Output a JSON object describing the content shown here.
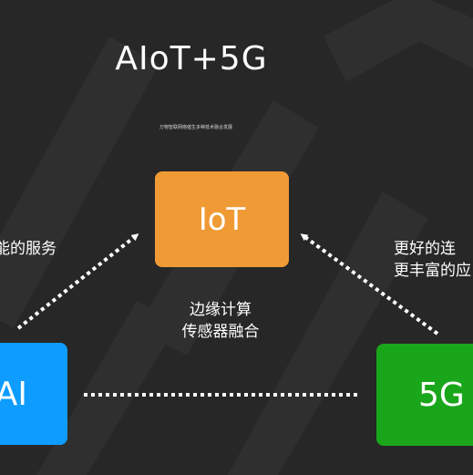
{
  "title": "AIoT+5G",
  "subtitle": "万物智联网络催生多种技术融合发展",
  "nodes": {
    "iot": {
      "label": "IoT",
      "color": "#F09A36"
    },
    "ai": {
      "label": "AI",
      "color": "#0E9CFF"
    },
    "g5": {
      "label": "5G",
      "color": "#1AA61A"
    }
  },
  "captions": {
    "left": "能的服务",
    "right": [
      "更好的连",
      "更丰富的应"
    ],
    "center": [
      "边缘计算",
      "传感器融合"
    ]
  },
  "background": {
    "base": "#272727",
    "watermark": "#2F2F2F"
  }
}
